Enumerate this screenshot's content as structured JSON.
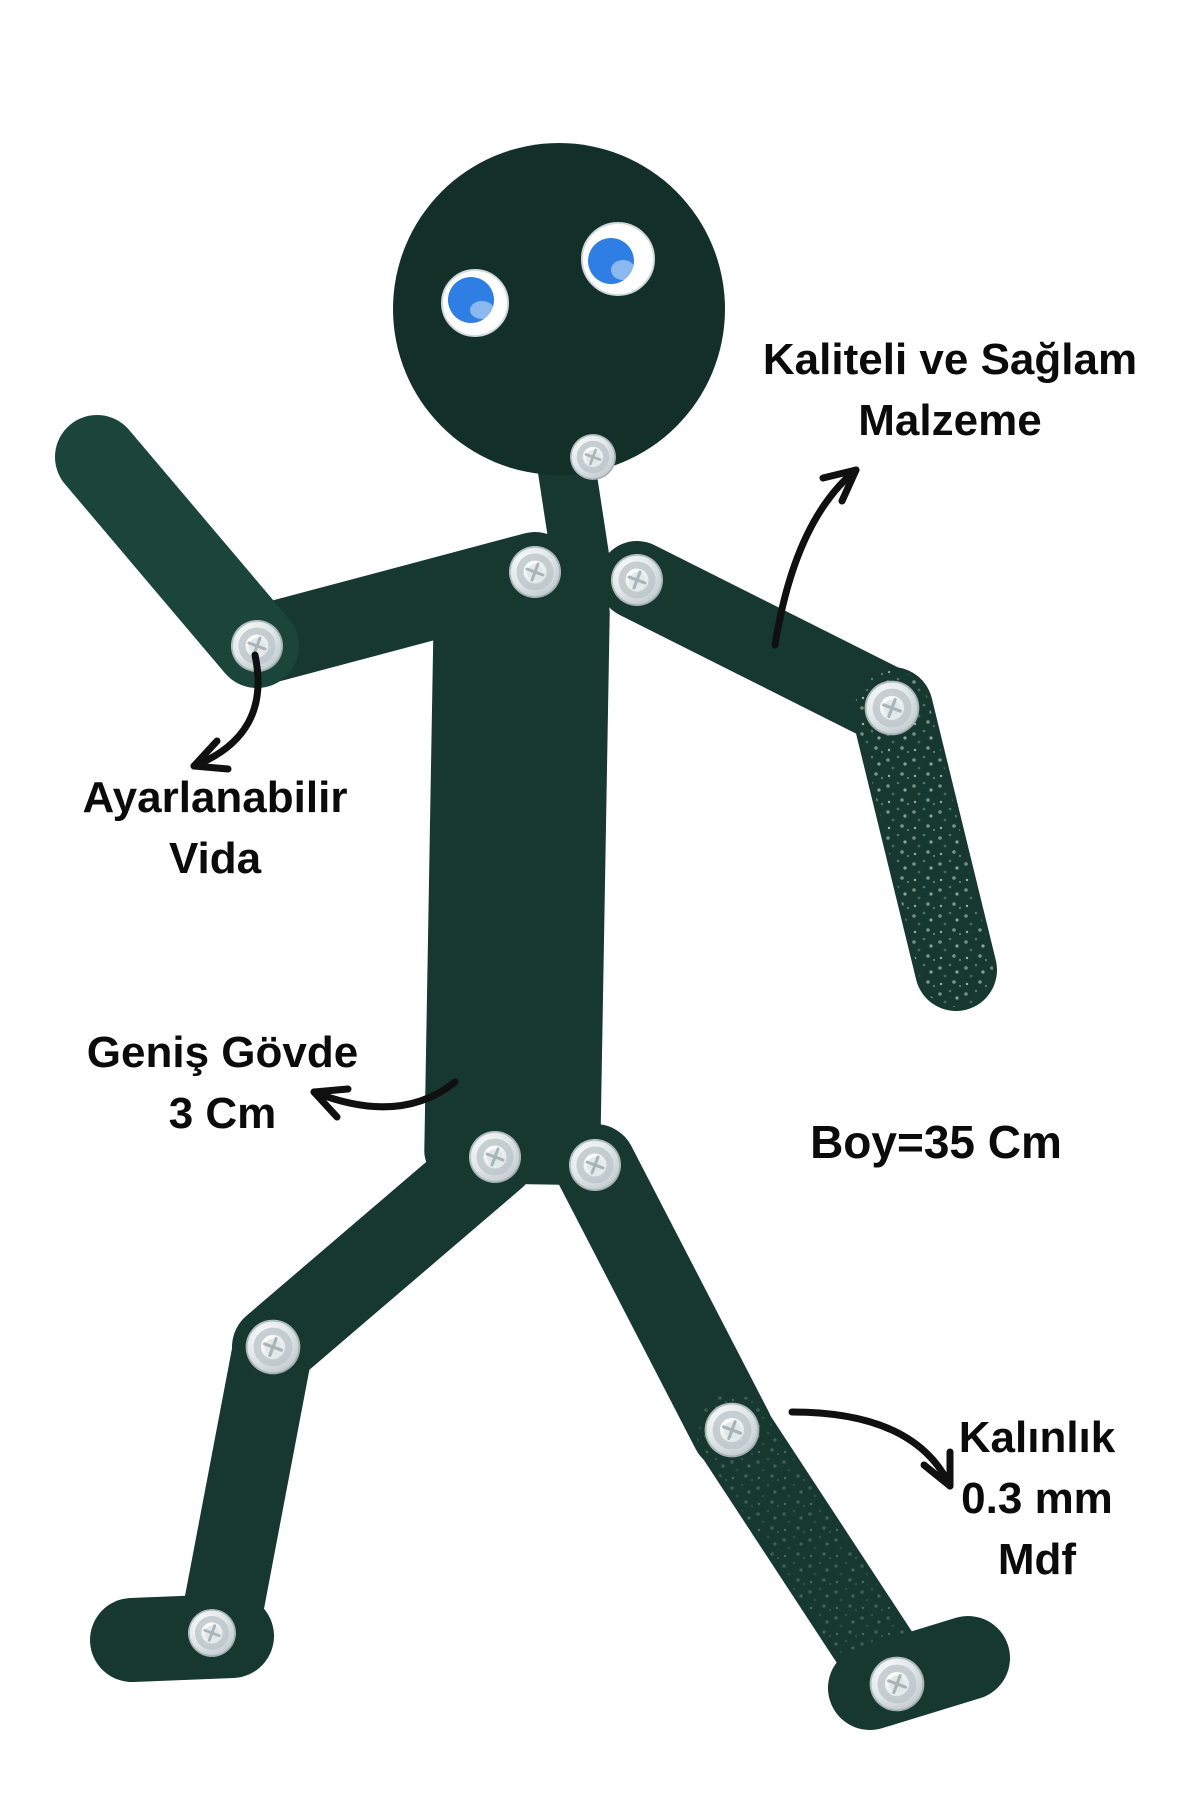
{
  "colors": {
    "background": "#ffffff",
    "figure": "#16382f",
    "figure_dark": "#122f28",
    "figure_light": "#1c453a",
    "eye_pupil": "#2e7ee4",
    "screw_metal": "#cfd6d9",
    "text": "#0b0b0b",
    "arrow": "#101010"
  },
  "annotations": {
    "material": {
      "line1": "Kaliteli ve Sağlam",
      "line2": "Malzeme"
    },
    "adjustable_screw": {
      "line1": "Ayarlanabilir",
      "line2": "Vida"
    },
    "wide_body": {
      "line1": "Geniş Gövde",
      "line2": "3 Cm"
    },
    "height": {
      "value": "Boy=35 Cm"
    },
    "thickness": {
      "line1": "Kalınlık",
      "line2": "0.3 mm",
      "line3": "Mdf"
    }
  }
}
